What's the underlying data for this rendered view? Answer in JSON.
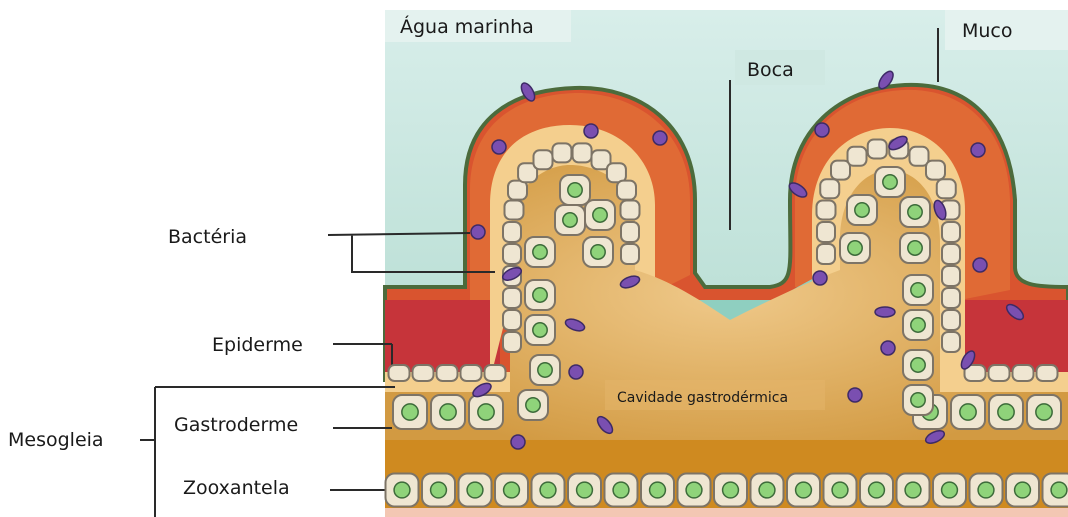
{
  "labels": {
    "agua_marinha": "Água marinha",
    "muco": "Muco",
    "boca": "Boca",
    "bacteria": "Bactéria",
    "epiderme": "Epiderme",
    "mesogleia": "Mesogleia",
    "gastroderme": "Gastroderme",
    "zooxantela": "Zooxantela",
    "cavidade": "Cavidade gastrodérmica"
  },
  "colors": {
    "seawater": "#b9ddd4",
    "mucus_layer": "#e06a35",
    "mucus_outline": "#4c6b3c",
    "epidermis_red": "#c6343a",
    "mesoglea": "#f4cf8e",
    "gastroderm_cavity": "#d9a14a",
    "base_band": "#cf8a20",
    "cell_fill": "#efe6d2",
    "cell_stroke": "#7d7466",
    "zooxanthella": "#8fd37a",
    "bacteria": "#7a4fb0"
  }
}
